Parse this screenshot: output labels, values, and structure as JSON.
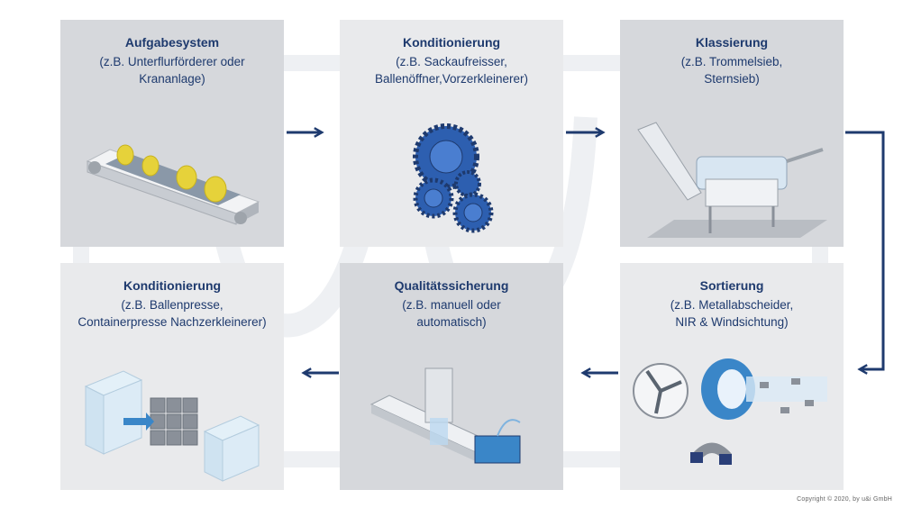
{
  "steps": [
    {
      "title": "Aufgabesystem",
      "line1": "(z.B. Unterflurförderer oder",
      "line2": "Krananlage)"
    },
    {
      "title": "Konditionierung",
      "line1": "(z.B. Sackaufreisser,",
      "line2": "Ballenöffner,Vorzerkleinerer)"
    },
    {
      "title": "Klassierung",
      "line1": "(z.B. Trommelsieb,",
      "line2": "Sternsieb)"
    },
    {
      "title": "Sortierung",
      "line1": "(z.B. Metallabscheider,",
      "line2": "NIR & Windsichtung)"
    },
    {
      "title": "Qualitätssicherung",
      "line1": "(z.B. manuell oder",
      "line2": "automatisch)"
    },
    {
      "title": "Konditionierung",
      "line1": "(z.B. Ballenpresse,",
      "line2": "Containerpresse Nachzerkleinerer)"
    }
  ],
  "copyright": "Copyright © 2020, by u&i GmbH",
  "colors": {
    "text": "#1e3a6e",
    "arrow": "#1e3a6e",
    "box_dark": "#d6d8dc",
    "box_light": "#e9eaec",
    "gear": "#2d5fb0",
    "bag": "#e6d23a"
  }
}
